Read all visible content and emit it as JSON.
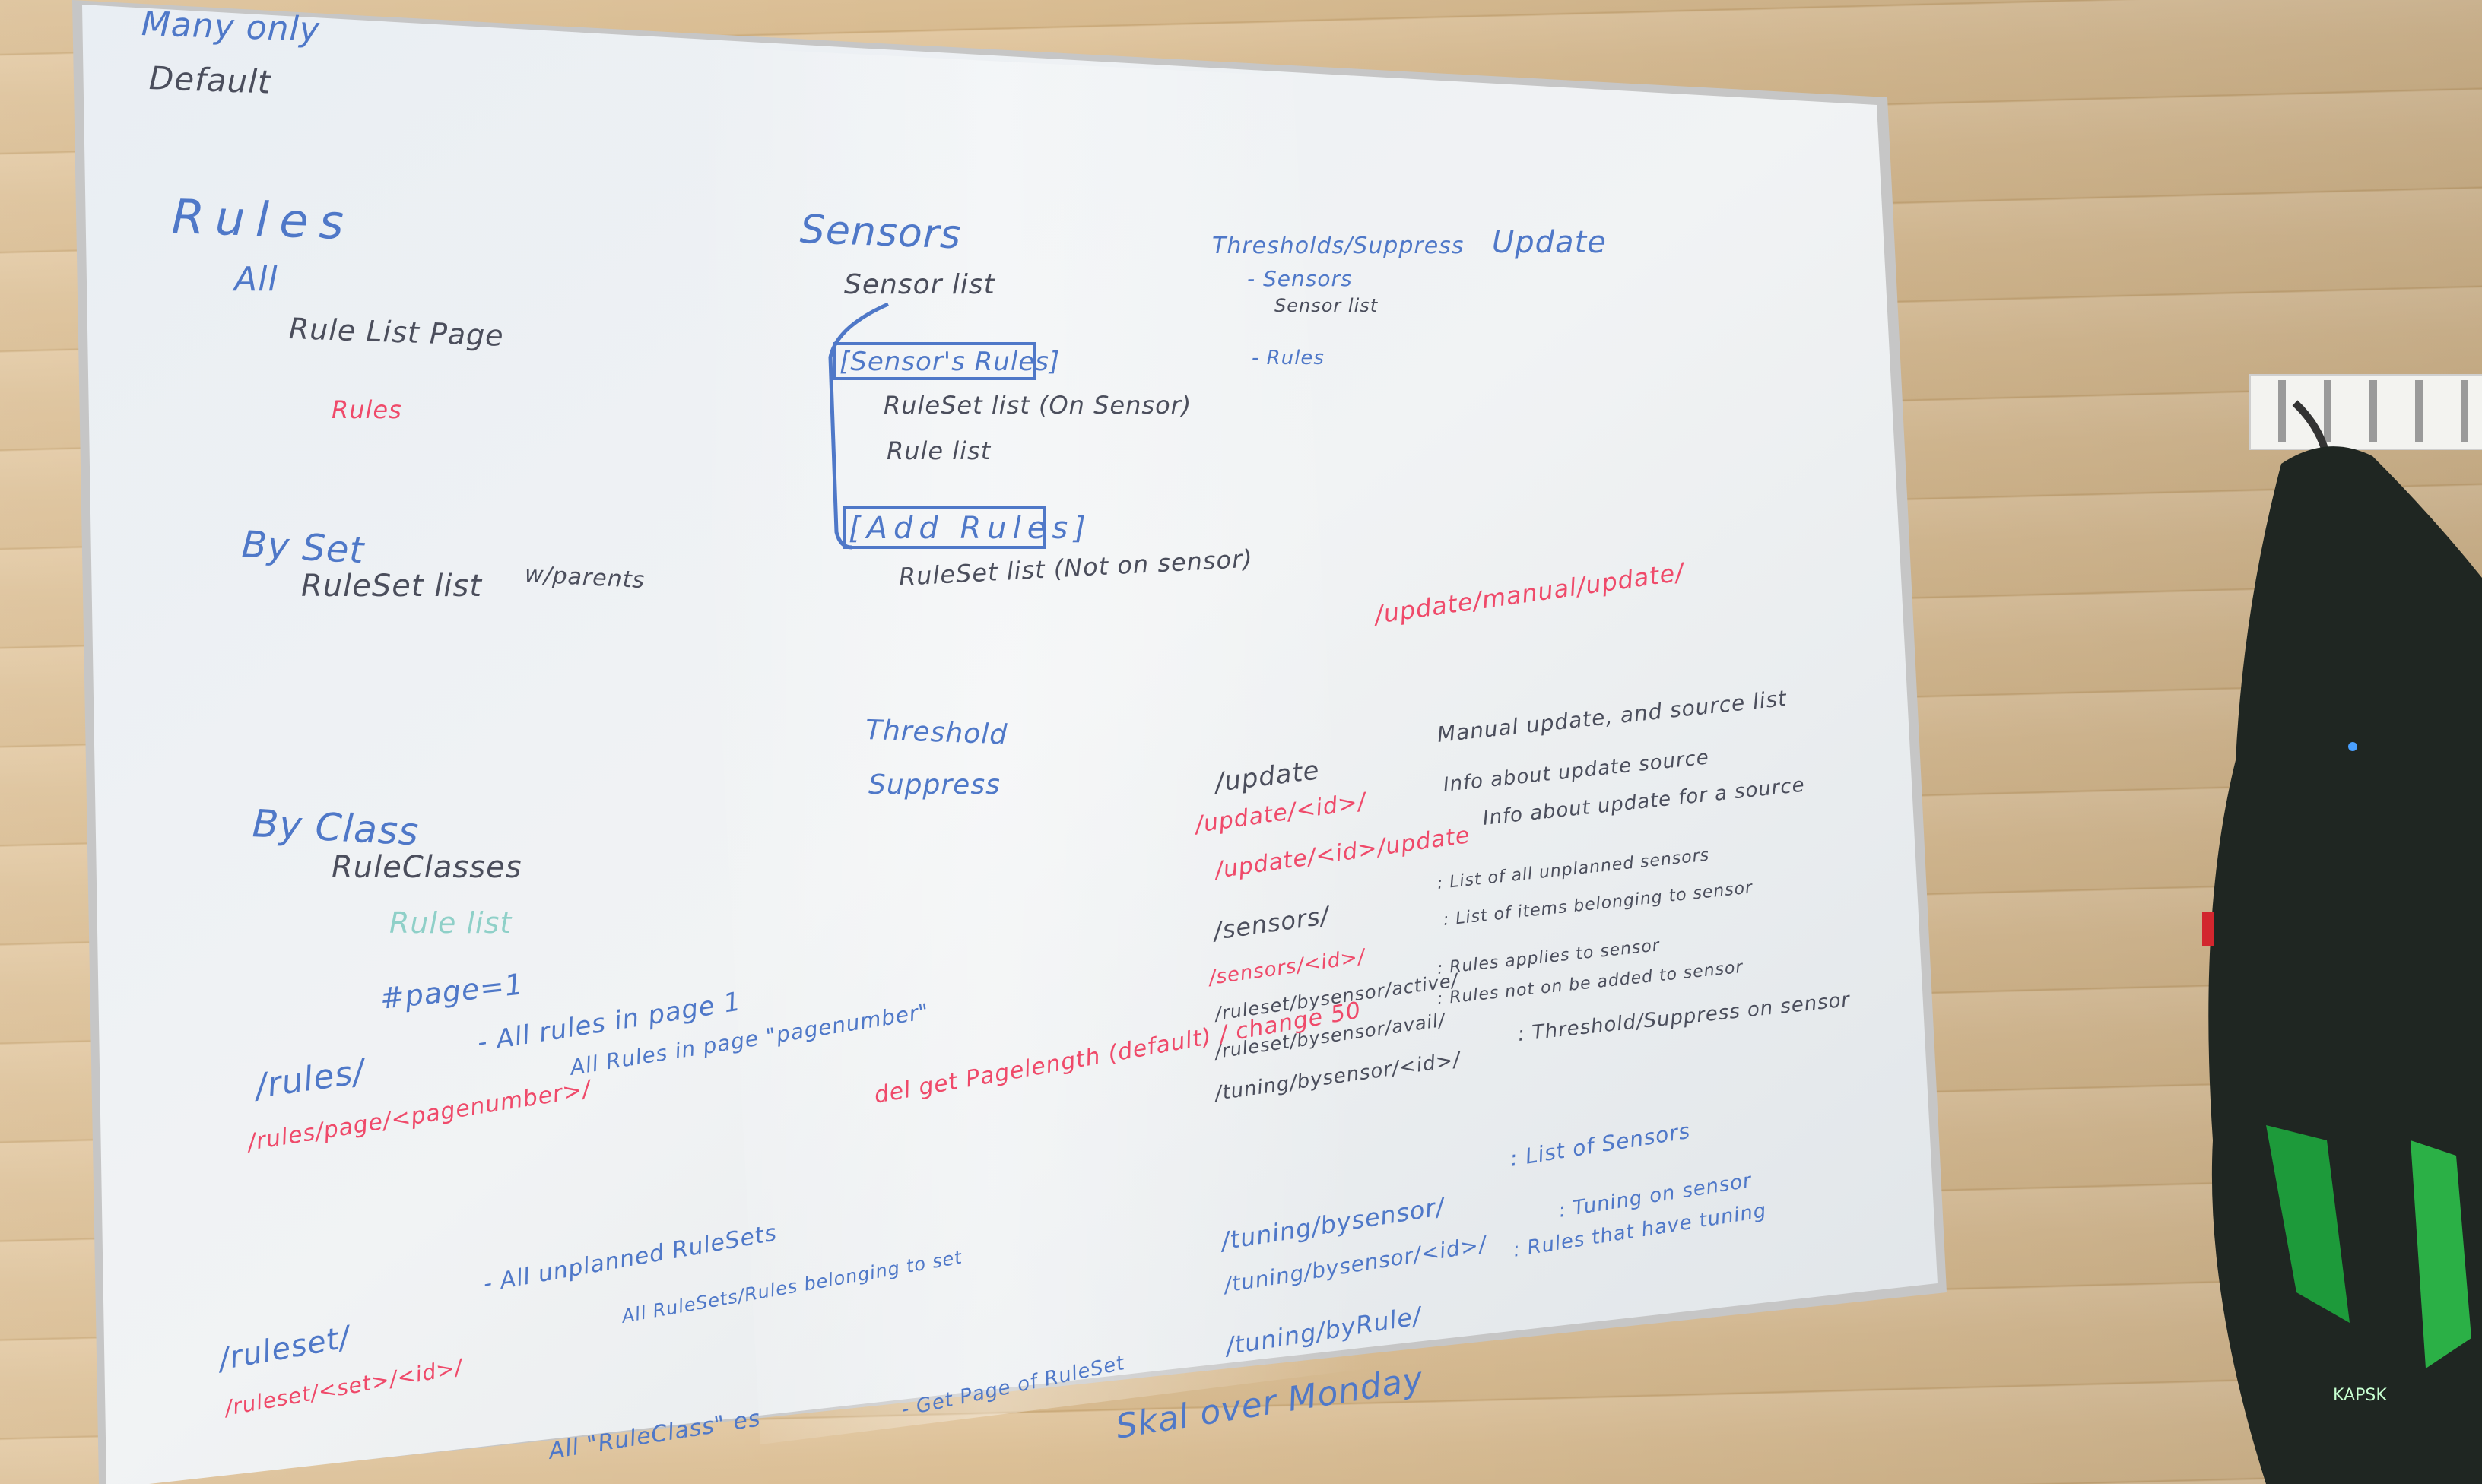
{
  "board": {
    "top_left": [
      "Many only",
      "Default"
    ],
    "rules": {
      "heading": "Rules",
      "all": "All",
      "all_items": [
        "Rule List Page",
        "Rules"
      ],
      "by_set": "By Set",
      "by_set_items": [
        "RuleSet list",
        "w/parents"
      ],
      "by_class": "By Class",
      "by_class_items": [
        "RuleClasses",
        "Rule list"
      ],
      "page_note": "#page=1"
    },
    "sensors": {
      "heading": "Sensors",
      "sensor_list": "Sensor list",
      "sensor_rules": "[Sensor's Rules]",
      "sensor_rules_items": [
        "RuleSet list (On Sensor)",
        "Rule list"
      ],
      "add_rules": "[Add Rules]",
      "add_rules_items": [
        "RuleSet list (Not on sensor)"
      ],
      "threshold": "Threshold",
      "suppress": "Suppress"
    },
    "thresholds": {
      "heading": "Thresholds/Suppress",
      "items": [
        "- Sensors",
        "Sensor list",
        "- Rules"
      ]
    },
    "update_heading": "Update",
    "update_url": "/update/manual/update/",
    "update_routes": [
      {
        "path": "/update",
        "desc": "Manual update, and source list",
        "color": "dark"
      },
      {
        "path": "/update/<id>/",
        "desc": "Info about update source",
        "color": "red"
      },
      {
        "path": "/update/<id>/update",
        "desc": "Info about update for a source",
        "color": "red"
      }
    ],
    "sensor_routes": [
      {
        "path": "/sensors/",
        "desc": ": List of all unplanned sensors",
        "color": "dark"
      },
      {
        "path": "/sensors/<id>/",
        "desc": ": List of items belonging to sensor",
        "color": "red"
      },
      {
        "path": "/ruleset/bysensor/active/",
        "desc": ": Rules applies to sensor",
        "color": "dark"
      },
      {
        "path": "/ruleset/bysensor/avail/",
        "desc": ": Rules not on be added to sensor",
        "color": "dark"
      },
      {
        "path": "/tuning/bysensor/<id>/",
        "desc": ": Threshold/Suppress on sensor",
        "color": "dark"
      }
    ],
    "rules_routes": {
      "rules_path": "/rules/",
      "rules_desc": "- All rules in page 1",
      "rules_page_path": "/rules/page/<pagenumber>/",
      "rules_page_desc": "All Rules in page \"pagenumber\"",
      "pagelength_note": "del get Pagelength (default) / change 50"
    },
    "tuning_routes": [
      {
        "path": "/tuning/bysensor/",
        "desc": ": List of Sensors"
      },
      {
        "path": "/tuning/bysensor/<id>/",
        "desc": ": Tuning on sensor"
      },
      {
        "path": "/tuning/byRule/",
        "desc": ": Rules that have tuning"
      }
    ],
    "ruleset_routes": {
      "path": "/ruleset/",
      "desc": "- All unplanned RuleSets",
      "sub_path": "/ruleset/<set>/<id>/",
      "sub_desc": "All RuleSets/Rules belonging to set",
      "class_note": "All \"RuleClass\" es",
      "page_desc": "- Get Page of RuleSet",
      "bottom_note": "Skal over Monday"
    }
  },
  "colors": {
    "wall": "#d8bb90",
    "board": "#eef1f4",
    "frame": "#c9c9c9",
    "marker_blue": "#4f78c8",
    "marker_dark": "#4b4e5c",
    "marker_red": "#ef4a6a",
    "marker_teal": "#8fd0c8"
  },
  "jacket": {
    "brand": "KAPSK"
  }
}
